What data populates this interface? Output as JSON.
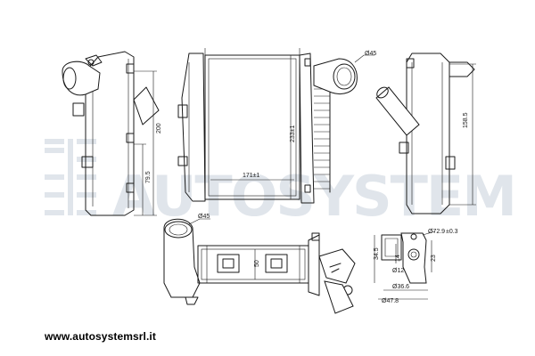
{
  "watermark": {
    "text": "AUTOSYSTEM",
    "logo_icon": "autosystem-logo-icon",
    "color": "#c6cfda"
  },
  "website": "www.autosystemsrl.it",
  "dimensions": {
    "left_view_height": "200",
    "left_view_lower": "79.5",
    "center_height": "233±1",
    "center_width": "171±1",
    "center_pipe_diameter": "Ø45",
    "right_view_height": "158.5",
    "bottom_pipe_diameter": "Ø45",
    "bottom_core_height": "50",
    "detail_outer": "Ø72.9",
    "detail_outer_tol": "±0.3",
    "detail_inner_dia": "Ø12",
    "detail_height_a": "34.5",
    "detail_height_b": "14",
    "detail_height_c": "23",
    "detail_bottom_a": "Ø36.6",
    "detail_bottom_b": "Ø47.8"
  }
}
